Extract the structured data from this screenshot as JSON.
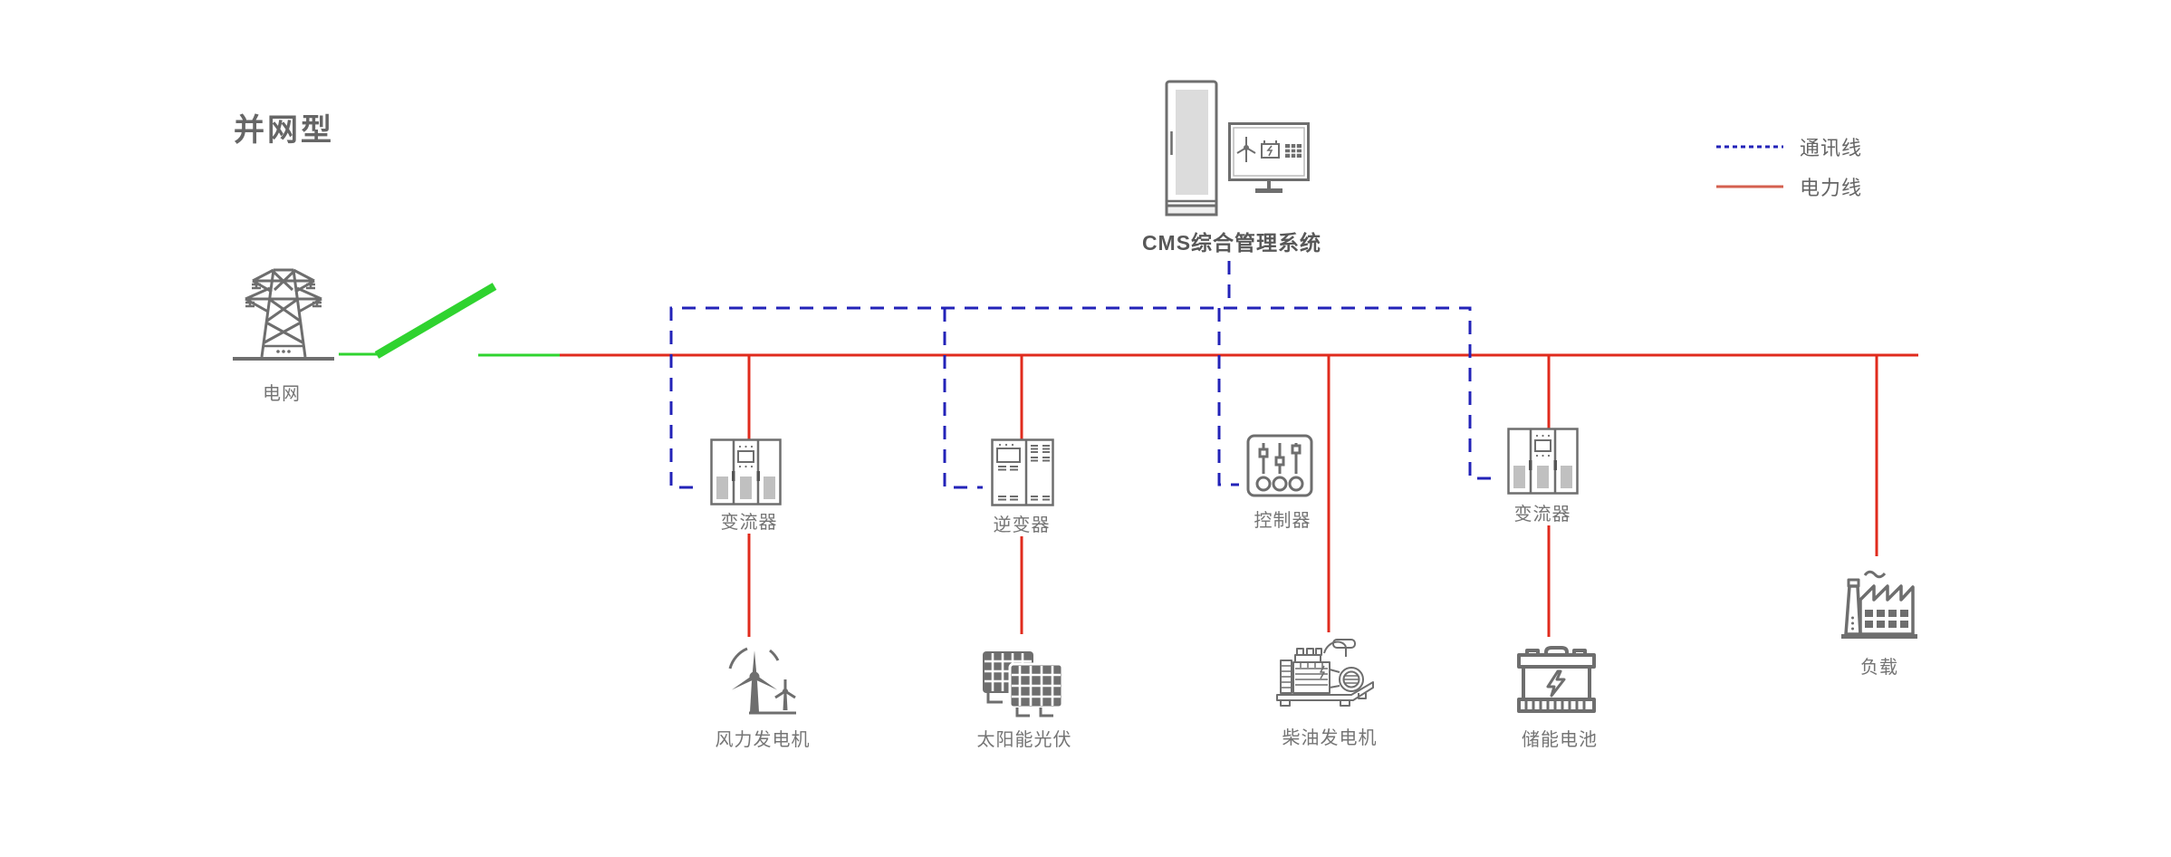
{
  "title": "并网型",
  "colors": {
    "comm": "#2323b8",
    "power": "#e02b1d",
    "legend_power": "#d4604f",
    "switch": "#2fd32f",
    "icon": "#6e6e6e",
    "icon_light": "#c0c0c0",
    "panel_fill": "#dcdcdc",
    "text": "#757575",
    "title": "#666666"
  },
  "legend": {
    "comm_label": "通讯线",
    "power_label": "电力线"
  },
  "nodes": {
    "grid": {
      "label": "电网"
    },
    "cms": {
      "label": "CMS综合管理系统"
    },
    "converter1": {
      "label": "变流器"
    },
    "inverter": {
      "label": "逆变器"
    },
    "controller": {
      "label": "控制器"
    },
    "converter2": {
      "label": "变流器"
    },
    "wind": {
      "label": "风力发电机"
    },
    "solar": {
      "label": "太阳能光伏"
    },
    "diesel": {
      "label": "柴油发电机"
    },
    "battery": {
      "label": "储能电池"
    },
    "load": {
      "label": "负载"
    }
  }
}
